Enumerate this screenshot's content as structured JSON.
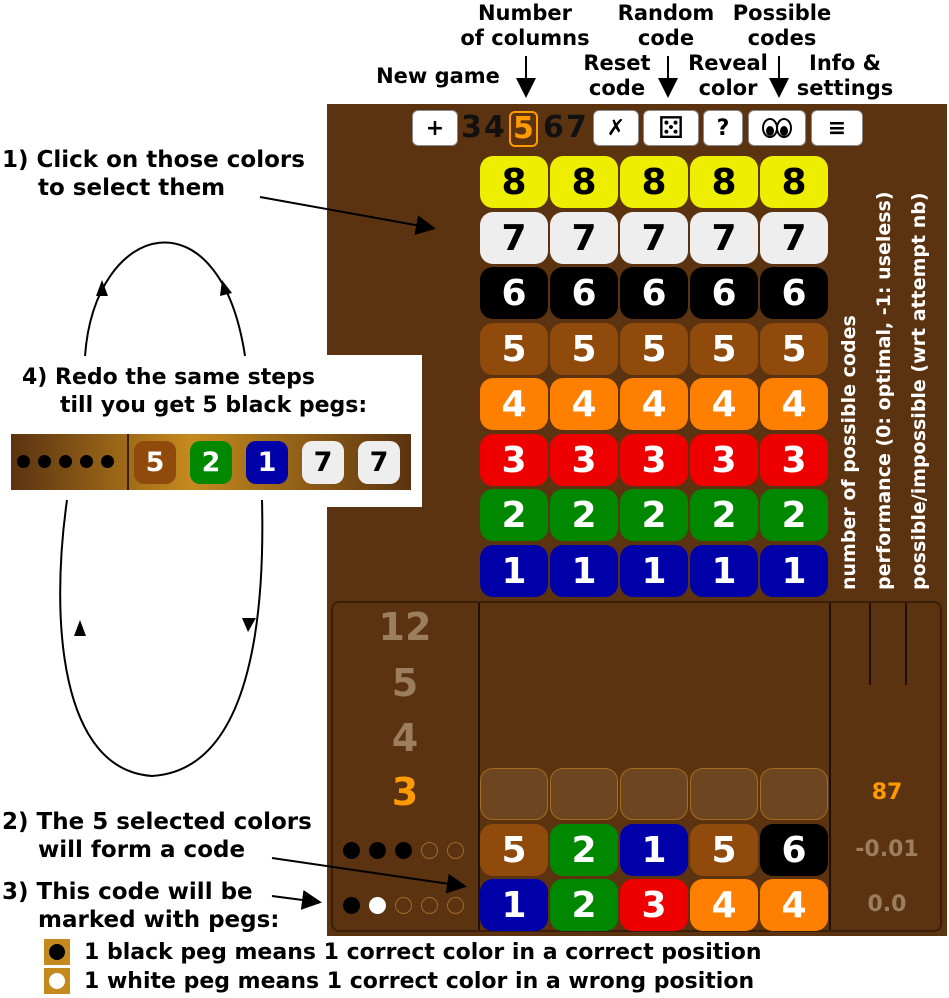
{
  "annotations": {
    "number_of_columns": [
      "Number",
      "of columns"
    ],
    "random_code": [
      "Random",
      "code"
    ],
    "possible_codes": [
      "Possible",
      "codes"
    ],
    "new_game": "New game",
    "reset_code": [
      "Reset",
      "code"
    ],
    "reveal_color": [
      "Reveal",
      "color"
    ],
    "info_settings": [
      "Info &",
      "settings"
    ],
    "step1": [
      "1) Click on those colors",
      "to select them"
    ],
    "step4": [
      "4) Redo the same steps",
      "till you get 5 black pegs:"
    ],
    "step2": [
      "2) The 5 selected colors",
      "will form a code"
    ],
    "step3": [
      "3) This code will be",
      "marked with pegs:"
    ],
    "legend_black": "1 black peg means 1 correct color in a correct position",
    "legend_white": "1 white peg means 1 correct color in a wrong position"
  },
  "toolbar": {
    "new_game": "+",
    "columns": [
      "3",
      "4",
      "5",
      "6",
      "7"
    ],
    "selected_columns": "5",
    "reset": "✗",
    "random": "⚄",
    "reveal": "?",
    "possible": "👀",
    "menu": "≡"
  },
  "palette": [
    "8",
    "7",
    "6",
    "5",
    "4",
    "3",
    "2",
    "1"
  ],
  "vertical_labels": [
    "number of possible codes",
    "performance (0: optimal, -1: useless)",
    "possible/impossible (wrt attempt nb)"
  ],
  "history": {
    "attempt_numbers": [
      "12",
      "5",
      "4",
      "3"
    ],
    "current_possible": "87",
    "rows": [
      {
        "code": [
          "5",
          "2",
          "1",
          "5",
          "6"
        ],
        "pegs": [
          "b",
          "b",
          "b",
          "e",
          "e"
        ],
        "perf": "-0.01"
      },
      {
        "code": [
          "1",
          "2",
          "3",
          "4",
          "4"
        ],
        "pegs": [
          "b",
          "w",
          "e",
          "e",
          "e"
        ],
        "perf": "0.0"
      }
    ]
  },
  "example": {
    "pegs": [
      "b",
      "b",
      "b",
      "b",
      "b"
    ],
    "code": [
      "5",
      "2",
      "1",
      "7",
      "7"
    ]
  }
}
